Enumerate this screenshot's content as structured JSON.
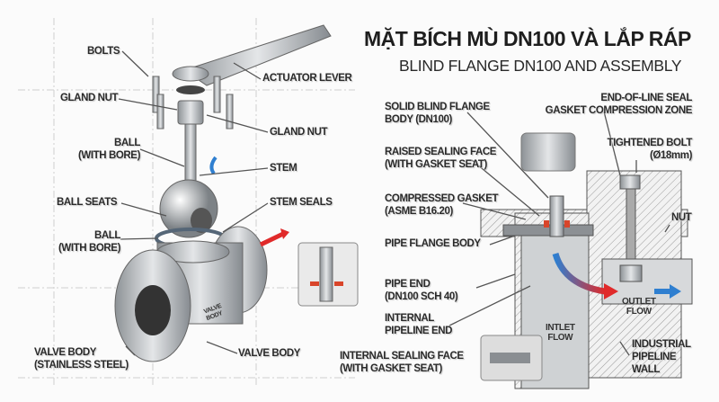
{
  "title": "MẶT BÍCH MÙ DN100 VÀ LẮP RÁP",
  "subtitle": "BLIND FLANGE DN100 AND ASSEMBLY",
  "left_diagram": {
    "labels": {
      "bolts": "BOLTS",
      "actuator_lever": "ACTUATOR LEVER",
      "gland_nut_left": "GLAND NUT",
      "gland_nut_right": "GLAND NUT",
      "ball_top": [
        "BALL",
        "(WITH BORE)"
      ],
      "stem": "STEM",
      "ball_seats": "BALL SEATS",
      "stem_seals": "STEM SEALS",
      "ball_bottom": [
        "BALL",
        "(WITH BORE)"
      ],
      "valve_body_left": [
        "VALVE BODY",
        "(STAINLESS STEEL)"
      ],
      "valve_body_right": "VALVE BODY",
      "body_stamp": [
        "VALVE",
        "BODY"
      ]
    }
  },
  "right_diagram": {
    "labels": {
      "solid_blind_flange": [
        "SOLID BLIND FLANGE",
        "BODY (DN100)"
      ],
      "end_of_line_seal": [
        "END-OF-LINE SEAL",
        "GASKET COMPRESSION ZONE"
      ],
      "tightened_bolt": [
        "TIGHTENED BOLT",
        "(Ø18mm)"
      ],
      "raised_sealing_face": [
        "RAISED SEALING FACE",
        "(WITH GASKET SEAT)"
      ],
      "compressed_gasket": [
        "COMPRESSED GASKET",
        "(ASME B16.20)"
      ],
      "nut": "NUT",
      "pipe_flange_body": "PIPE FLANGE BODY",
      "pipe_end": [
        "PIPE END",
        "(DN100 SCH 40)"
      ],
      "internal_pipeline_end": [
        "INTERNAL",
        "PIPELINE END"
      ],
      "internal_sealing_face": [
        "INTERNAL SEALING FACE",
        "(WITH GASKET SEAT)"
      ],
      "inlet_flow": [
        "INTLET",
        "FLOW"
      ],
      "outlet_flow": [
        "OUTLET",
        "FLOW"
      ],
      "industrial_pipeline_wall": [
        "INDUSTRIAL",
        "PIPELINE",
        "WALL"
      ]
    }
  },
  "colors": {
    "flow_hot": "#e02a2a",
    "flow_cold": "#2f7fd0",
    "steel": "#b8bcc0",
    "gasket": "#d9452a"
  }
}
